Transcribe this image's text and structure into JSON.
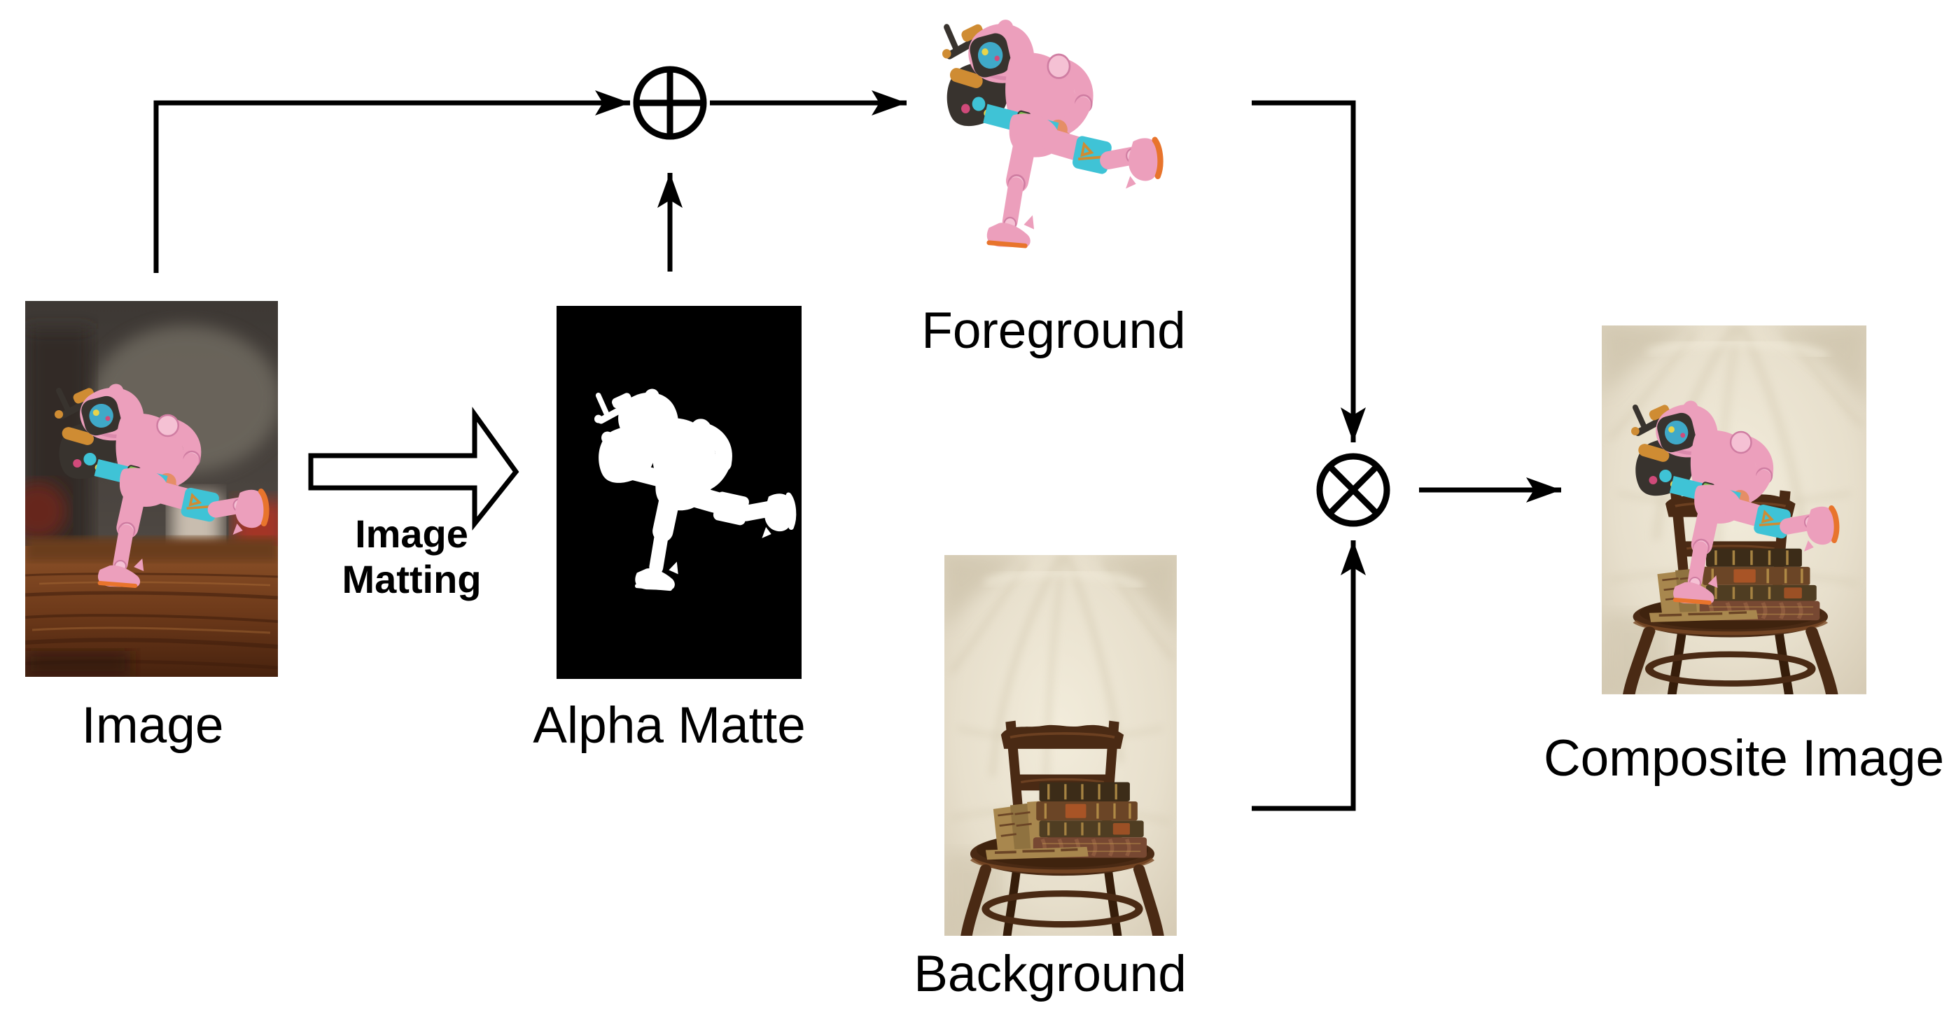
{
  "title": "Image matting composition pipeline diagram",
  "nodes": {
    "image": {
      "label": "Image"
    },
    "alpha_matte": {
      "label": "Alpha Matte"
    },
    "foreground": {
      "label": "Foreground"
    },
    "background": {
      "label": "Background"
    },
    "composite": {
      "label": "Composite Image"
    }
  },
  "process_arrow": {
    "label_line1": "Image",
    "label_line2": "Matting"
  },
  "operators": {
    "plus": {
      "icon": "circled-plus-icon",
      "meaning": "alpha blend add"
    },
    "times": {
      "icon": "circled-times-icon",
      "meaning": "multiply / composite"
    }
  },
  "colors": {
    "line": "#000000",
    "label": "#000000",
    "matte-bg": "#000000",
    "matte-fg": "#ffffff",
    "fig-pink": "#ec9fbc",
    "fig-pink-light": "#f5c1d4",
    "fig-pink-dark": "#cf7da2",
    "fig-teal": "#3fc3d6",
    "fig-orange": "#e8742c",
    "fig-hand": "#e58e66",
    "fig-dark": "#38332e",
    "fig-goggle": "#3fa9c8",
    "fig-gold": "#cf8c33",
    "fig-accent": "#7cc24a",
    "fig-accent2": "#d04a7a",
    "fig-accent3": "#e8d44a",
    "photo-dark": "#45403b",
    "photo-dark2": "#5a544c",
    "photo-blur": "#6f6a60",
    "photo-red": "#a33425",
    "photo-candle": "#d6cabb",
    "wood-light": "#8c5128",
    "wood-dark": "#542a12",
    "wood-streak": "#3f1d0c",
    "wood-glint": "#b97a3e",
    "cloth": "#e7dfcc",
    "cloth-light": "#f2ecdb",
    "cloth-shade": "#cdc3ab",
    "cloth-fold": "#cfc4aa",
    "chair": "#4a2a14",
    "chair-dark": "#361d0a",
    "chair-light": "#7a4a26",
    "book-tan": "#a8874e",
    "book-tan2": "#8f7240",
    "book-brown": "#6b4526",
    "book-rust": "#774832",
    "book-rust2": "#8d5a3e",
    "book-dark": "#3c2c18",
    "book-green": "#4f3d22",
    "book-gold": "#c19a4e",
    "book-label": "#a85426"
  }
}
